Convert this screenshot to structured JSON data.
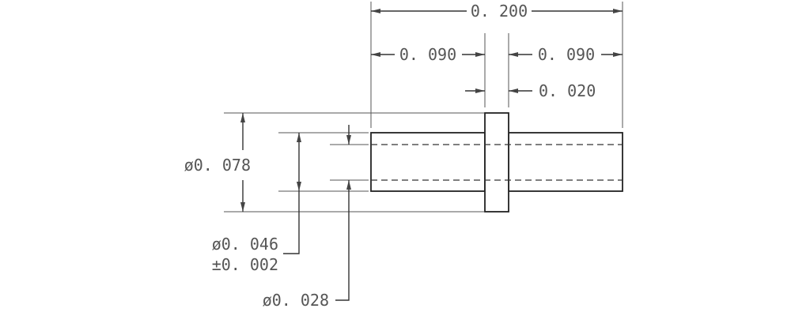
{
  "dimensions": {
    "overall_length": "0. 200",
    "left_length": "0. 090",
    "right_length": "0. 090",
    "flange_width": "0. 020",
    "outer_diameter": "ø0. 078",
    "body_diameter_value": "ø0. 046",
    "body_diameter_tolerance": "±0. 002",
    "hole_diameter": "ø0. 028"
  }
}
